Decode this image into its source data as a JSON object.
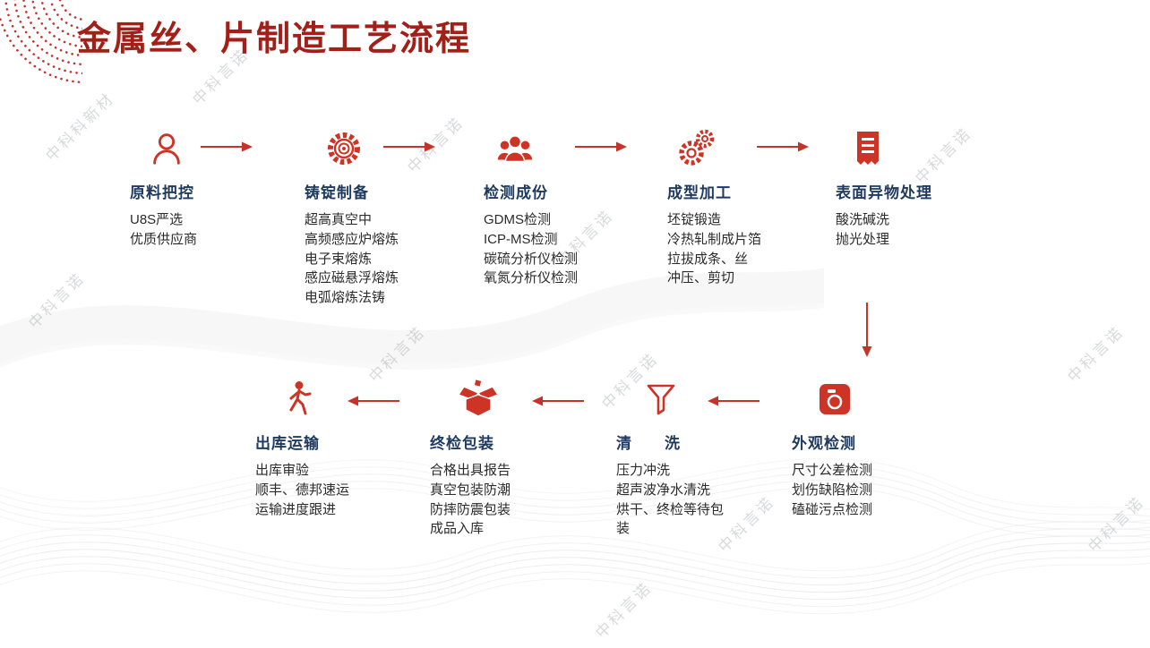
{
  "title": "金属丝、片制造工艺流程",
  "watermarks": {
    "brand": "中科言诺",
    "alt": "中科科新材"
  },
  "colors": {
    "accent_red": "#CE3426",
    "title_red": "#A32019",
    "heading_navy": "#1E3A5F",
    "body_text": "#2B2B2B"
  },
  "flow": {
    "top_row_direction": "right",
    "bottom_row_direction": "left"
  },
  "steps_top": [
    {
      "icon": "person-icon",
      "title": "原料把控",
      "items": [
        "U8S严选",
        "优质供应商"
      ]
    },
    {
      "icon": "gear-icon",
      "title": "铸锭制备",
      "items": [
        "超高真空中",
        "高频感应炉熔炼",
        "电子束熔炼",
        "感应磁悬浮熔炼",
        "电弧熔炼法铸"
      ]
    },
    {
      "icon": "team-icon",
      "title": "检测成份",
      "items": [
        "GDMS检测",
        "ICP-MS检测",
        "碳硫分析仪检测",
        "氧氮分析仪检测"
      ]
    },
    {
      "icon": "double-gear-icon",
      "title": "成型加工",
      "items": [
        "坯锭锻造",
        "冷热轧制成片箔",
        "拉拔成条、丝",
        "冲压、剪切"
      ]
    },
    {
      "icon": "receipt-icon",
      "title": "表面异物处理",
      "items": [
        "酸洗碱洗",
        "抛光处理"
      ]
    }
  ],
  "steps_bottom": [
    {
      "icon": "walking-person-icon",
      "title": "出库运输",
      "items": [
        "出库审验",
        "顺丰、德邦速运",
        "运输进度跟进"
      ]
    },
    {
      "icon": "open-box-icon",
      "title": "终检包装",
      "items": [
        "合格出具报告",
        "真空包装防潮",
        "防摔防震包装",
        "成品入库"
      ]
    },
    {
      "icon": "funnel-icon",
      "title": "清　　洗",
      "items": [
        "压力冲洗",
        "超声波净水清洗",
        "烘干、终检等待包装"
      ]
    },
    {
      "icon": "camera-badge-icon",
      "title": "外观检测",
      "items": [
        "尺寸公差检测",
        "划伤缺陷检测",
        "磕碰污点检测"
      ]
    }
  ]
}
